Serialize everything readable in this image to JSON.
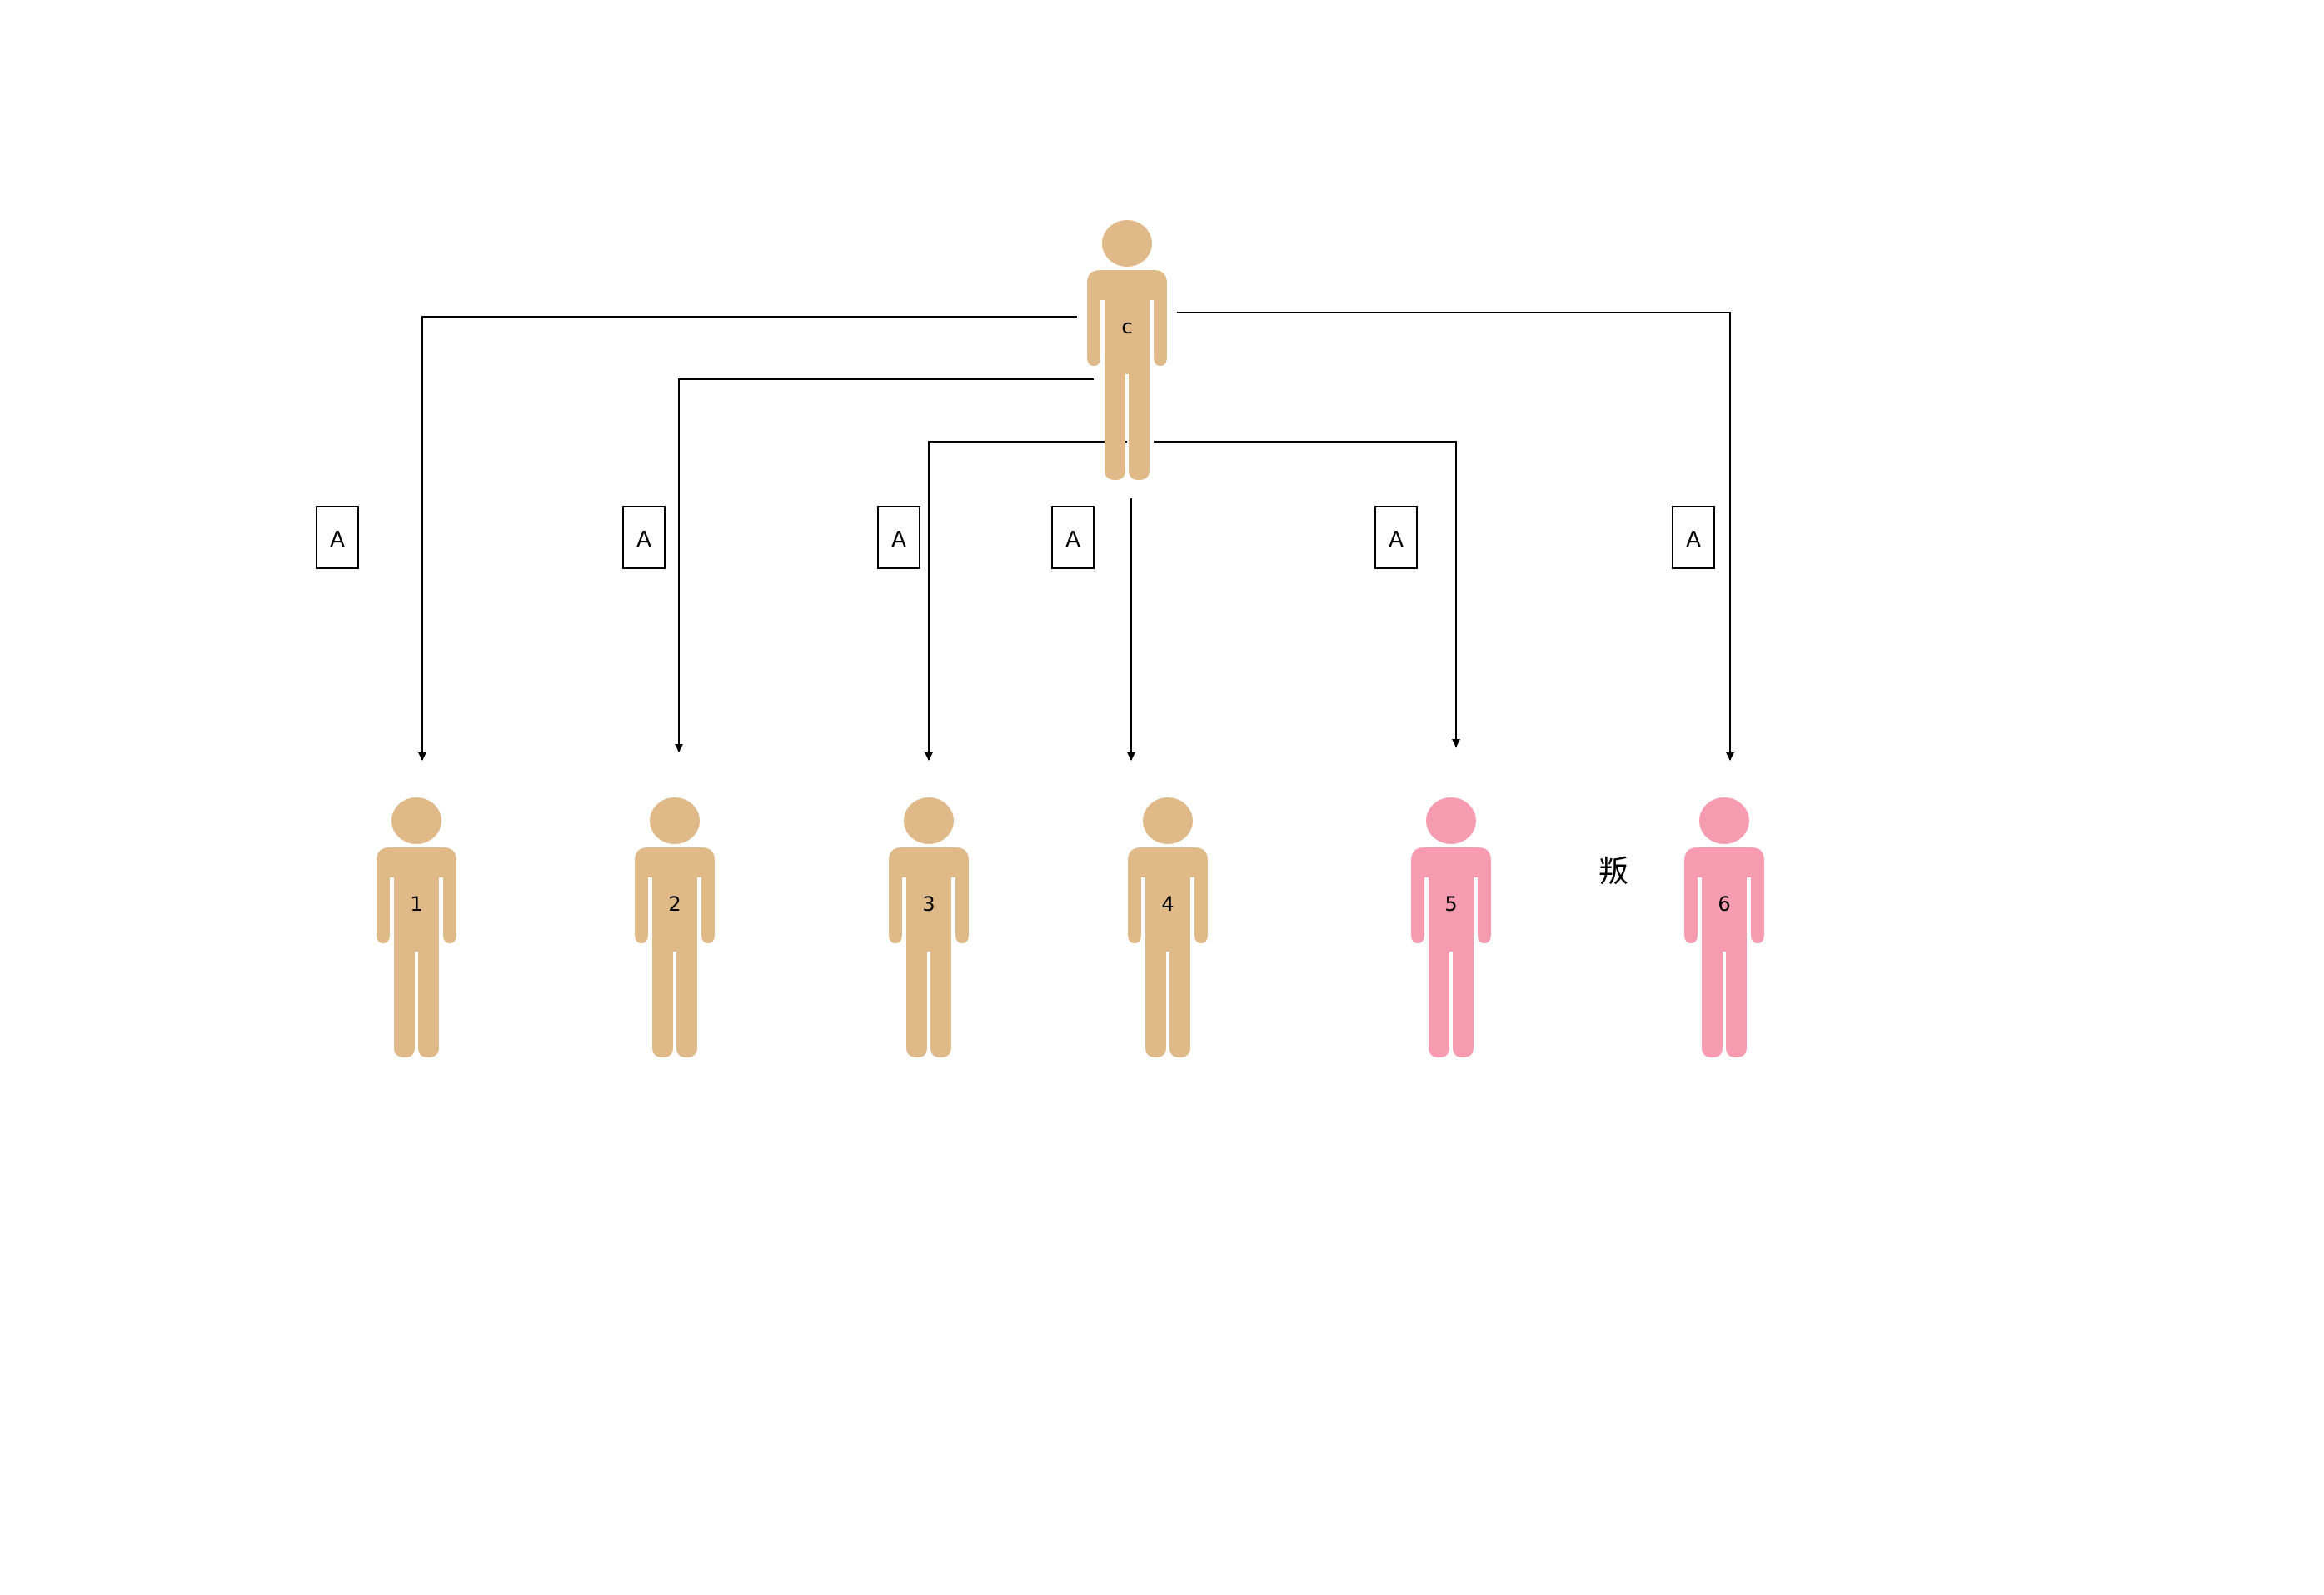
{
  "colors": {
    "person_tan": "#dfb987",
    "person_pink": "#f79cb0",
    "line": "#000000",
    "background": "#ffffff"
  },
  "source_person": {
    "label": "c",
    "color": "tan"
  },
  "target_people": [
    {
      "label": "1",
      "color": "tan"
    },
    {
      "label": "2",
      "color": "tan"
    },
    {
      "label": "3",
      "color": "tan"
    },
    {
      "label": "4",
      "color": "tan"
    },
    {
      "label": "5",
      "color": "pink"
    },
    {
      "label": "6",
      "color": "pink"
    }
  ],
  "edge_labels": [
    "A",
    "A",
    "A",
    "A",
    "A",
    "A"
  ],
  "floating_text": "叛"
}
